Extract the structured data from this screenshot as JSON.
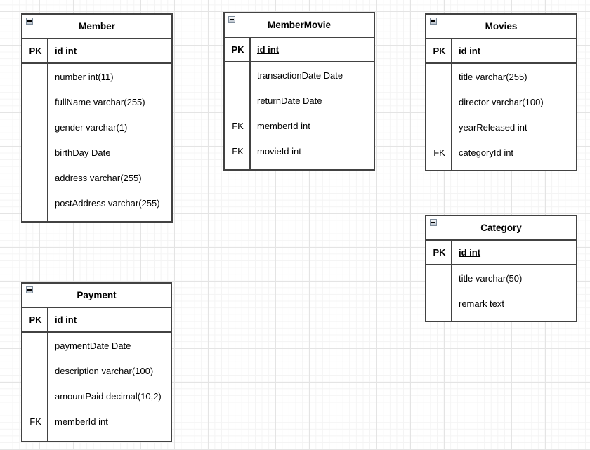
{
  "diagram": {
    "canvas_color": "#ffffff",
    "grid_major_color": "#e4e4e4",
    "grid_minor_color": "#f4f4f4",
    "stroke_color": "#424242",
    "collapse_icon_name": "minus-icon",
    "tables": [
      {
        "id": "member",
        "title": "Member",
        "pk": {
          "key": "PK",
          "field": "id int"
        },
        "rows": [
          {
            "key": "",
            "field": "number int(11)"
          },
          {
            "key": "",
            "field": "fullName varchar(255)"
          },
          {
            "key": "",
            "field": "gender varchar(1)"
          },
          {
            "key": "",
            "field": "birthDay Date"
          },
          {
            "key": "",
            "field": "address varchar(255)"
          },
          {
            "key": "",
            "field": "postAddress varchar(255)"
          }
        ]
      },
      {
        "id": "membermovie",
        "title": "MemberMovie",
        "pk": {
          "key": "PK",
          "field": "id int"
        },
        "rows": [
          {
            "key": "",
            "field": "transactionDate Date"
          },
          {
            "key": "",
            "field": "returnDate Date"
          },
          {
            "key": "FK",
            "field": "memberId int"
          },
          {
            "key": "FK",
            "field": "movieId int"
          }
        ]
      },
      {
        "id": "movies",
        "title": "Movies",
        "pk": {
          "key": "PK",
          "field": "id int"
        },
        "rows": [
          {
            "key": "",
            "field": "title varchar(255)"
          },
          {
            "key": "",
            "field": "director varchar(100)"
          },
          {
            "key": "",
            "field": "yearReleased int"
          },
          {
            "key": "FK",
            "field": "categoryId int"
          }
        ]
      },
      {
        "id": "category",
        "title": "Category",
        "pk": {
          "key": "PK",
          "field": "id int"
        },
        "rows": [
          {
            "key": "",
            "field": "title varchar(50)"
          },
          {
            "key": "",
            "field": "remark text"
          }
        ]
      },
      {
        "id": "payment",
        "title": "Payment",
        "pk": {
          "key": "PK",
          "field": "id int"
        },
        "rows": [
          {
            "key": "",
            "field": "paymentDate Date"
          },
          {
            "key": "",
            "field": "description varchar(100)"
          },
          {
            "key": "",
            "field": "amountPaid decimal(10,2)"
          },
          {
            "key": "FK",
            "field": "memberId int"
          }
        ]
      }
    ]
  }
}
